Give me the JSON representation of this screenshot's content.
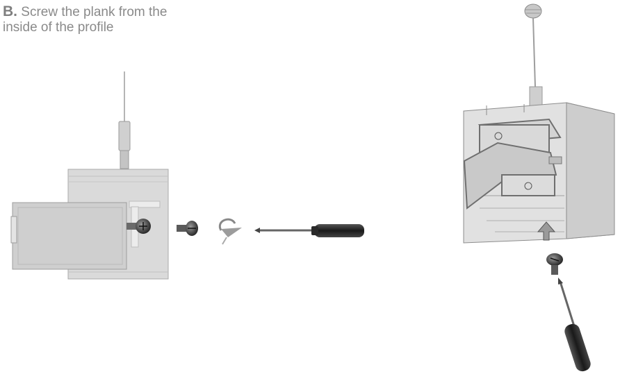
{
  "instruction": {
    "letter": "B.",
    "text": "Screw the plank from the\ninside of the profile"
  },
  "illustrations": {
    "left_view": {
      "parts": [
        "suspension-cable",
        "profile",
        "plank",
        "screw",
        "rotation-arrow",
        "screwdriver"
      ]
    },
    "right_view": {
      "parts": [
        "ceiling-mount",
        "suspension-cable",
        "profile",
        "plank",
        "insert-arrow",
        "screw",
        "screwdriver"
      ]
    }
  },
  "colors": {
    "text": "#8a8a8a",
    "profile_fill": "#d6d6d6",
    "plank_fill": "#d0d0d0",
    "outline": "#7a7a7a",
    "handle": "#2a2a2a"
  }
}
